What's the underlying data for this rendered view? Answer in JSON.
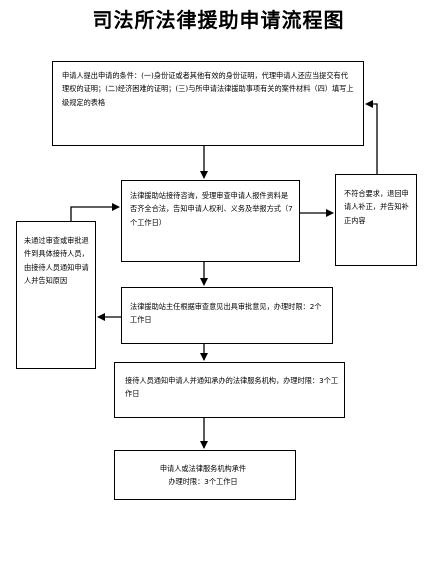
{
  "title": "司法所法律援助申请流程图",
  "steps": {
    "conditions": "申请人提出申请的条件：(一)身份证或者其他有效的身份证明，代理申请人还应当提交有代理权的证明；(二)经济困难的证明；(三)与所申请法律援助事项有关的案件材料（四）填写上级规定的表格",
    "consult": "法律援助站接待咨询，受理审查申请人报件资料是否齐全合法，告知申请人权利、义务及举报方式（7个工作日）",
    "reject": "不符合要求，退回申请人补正，并告知补正内容",
    "transfer": "未通过审查或审批退件到具体接待人员，由接待人员通知申请人并告知原因",
    "approve": "法律援助站主任根据审查意见出具审批意见，办理时限：2个工作日",
    "notify": "接待人员通知申请人并通知承办的法律服务机构，办理时限：3个工作日",
    "accept_line1": "申请人或法律服务机构承件",
    "accept_line2": "办理时限：3个工作日"
  }
}
